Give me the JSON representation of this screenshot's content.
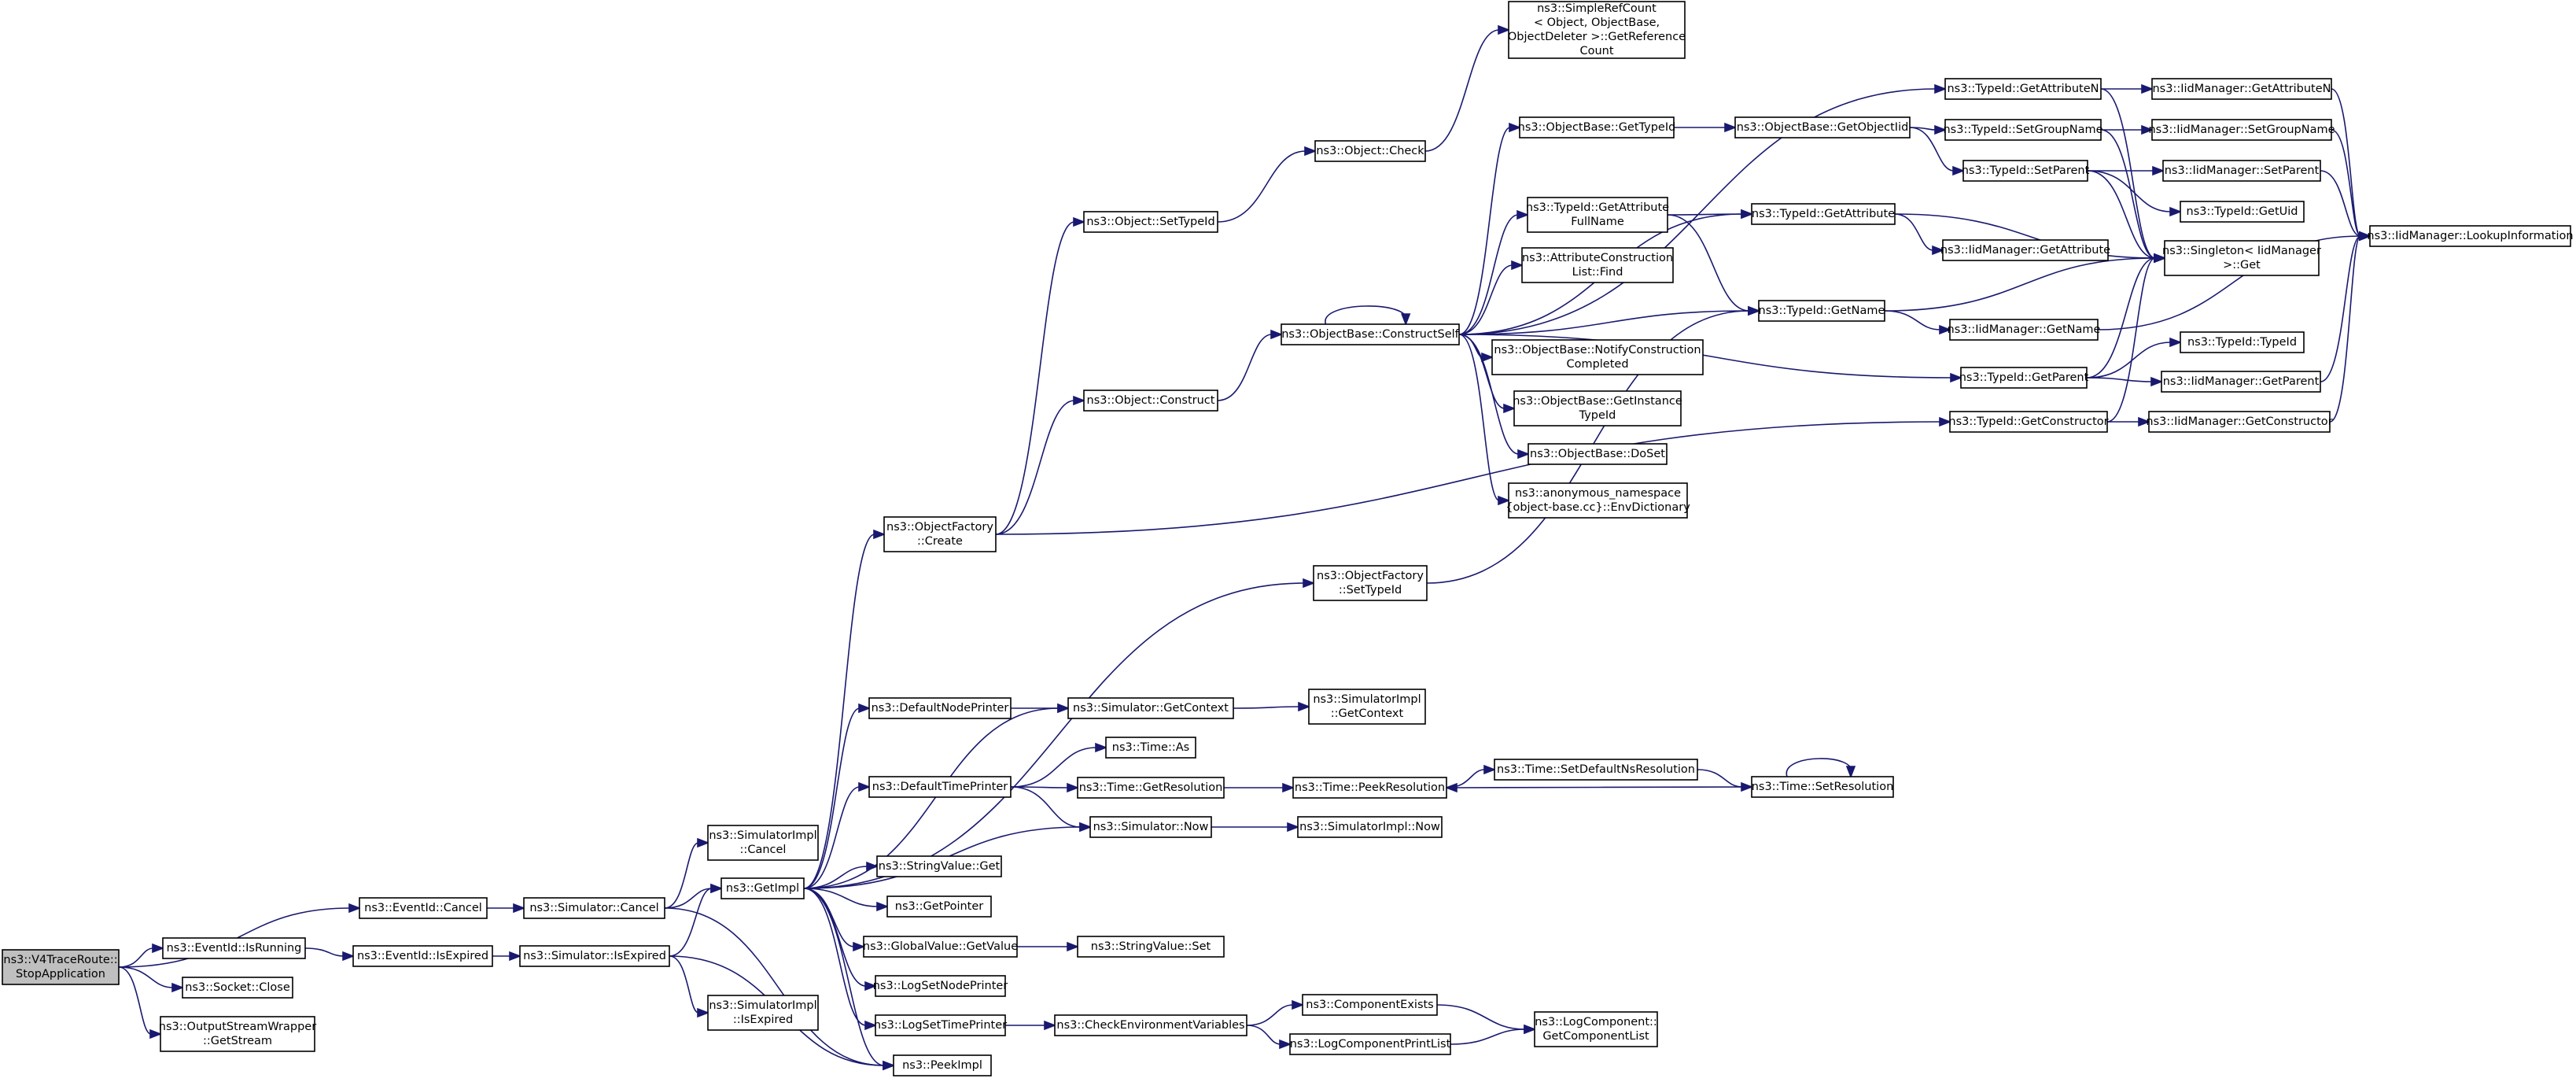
{
  "graph": {
    "nodes": [
      {
        "id": "root",
        "lines": [
          "ns3::V4TraceRoute::",
          "StopApplication"
        ],
        "root": true
      },
      {
        "id": "ev_cancel",
        "lines": [
          "ns3::EventId::Cancel"
        ]
      },
      {
        "id": "ev_isrunning",
        "lines": [
          "ns3::EventId::IsRunning"
        ]
      },
      {
        "id": "socket_close",
        "lines": [
          "ns3::Socket::Close"
        ]
      },
      {
        "id": "osw_getstream",
        "lines": [
          "ns3::OutputStreamWrapper",
          "::GetStream"
        ]
      },
      {
        "id": "ev_isexpired",
        "lines": [
          "ns3::EventId::IsExpired"
        ]
      },
      {
        "id": "sim_cancel",
        "lines": [
          "ns3::Simulator::Cancel"
        ]
      },
      {
        "id": "sim_isexpired",
        "lines": [
          "ns3::Simulator::IsExpired"
        ]
      },
      {
        "id": "simimpl_cancel",
        "lines": [
          "ns3::SimulatorImpl",
          "::Cancel"
        ]
      },
      {
        "id": "getimpl",
        "lines": [
          "ns3::GetImpl"
        ]
      },
      {
        "id": "simimpl_isexpired",
        "lines": [
          "ns3::SimulatorImpl",
          "::IsExpired"
        ]
      },
      {
        "id": "peekimpl",
        "lines": [
          "ns3::PeekImpl"
        ]
      },
      {
        "id": "objfactory_create",
        "lines": [
          "ns3::ObjectFactory",
          "::Create"
        ]
      },
      {
        "id": "default_node_printer",
        "lines": [
          "ns3::DefaultNodePrinter"
        ]
      },
      {
        "id": "default_time_printer",
        "lines": [
          "ns3::DefaultTimePrinter"
        ]
      },
      {
        "id": "stringvalue_get",
        "lines": [
          "ns3::StringValue::Get"
        ]
      },
      {
        "id": "getpointer",
        "lines": [
          "ns3::GetPointer"
        ]
      },
      {
        "id": "globalvalue_getvalue",
        "lines": [
          "ns3::GlobalValue::GetValue"
        ]
      },
      {
        "id": "logsetnodeprinter",
        "lines": [
          "ns3::LogSetNodePrinter"
        ]
      },
      {
        "id": "logsettimeprinter",
        "lines": [
          "ns3::LogSetTimePrinter"
        ]
      },
      {
        "id": "object_settypeid",
        "lines": [
          "ns3::Object::SetTypeId"
        ]
      },
      {
        "id": "object_construct",
        "lines": [
          "ns3::Object::Construct"
        ]
      },
      {
        "id": "objfactory_settypeid",
        "lines": [
          "ns3::ObjectFactory",
          "::SetTypeId"
        ]
      },
      {
        "id": "sim_getcontext",
        "lines": [
          "ns3::Simulator::GetContext"
        ]
      },
      {
        "id": "time_as",
        "lines": [
          "ns3::Time::As"
        ]
      },
      {
        "id": "time_getresolution",
        "lines": [
          "ns3::Time::GetResolution"
        ]
      },
      {
        "id": "sim_now",
        "lines": [
          "ns3::Simulator::Now"
        ]
      },
      {
        "id": "stringvalue_set",
        "lines": [
          "ns3::StringValue::Set"
        ]
      },
      {
        "id": "check_env",
        "lines": [
          "ns3::CheckEnvironmentVariables"
        ]
      },
      {
        "id": "object_check",
        "lines": [
          "ns3::Object::Check"
        ]
      },
      {
        "id": "objbase_constructself",
        "lines": [
          "ns3::ObjectBase::ConstructSelf"
        ]
      },
      {
        "id": "simimpl_getcontext",
        "lines": [
          "ns3::SimulatorImpl",
          "::GetContext"
        ]
      },
      {
        "id": "time_peekresolution",
        "lines": [
          "ns3::Time::PeekResolution"
        ]
      },
      {
        "id": "simimpl_now",
        "lines": [
          "ns3::SimulatorImpl::Now"
        ]
      },
      {
        "id": "component_exists",
        "lines": [
          "ns3::ComponentExists"
        ]
      },
      {
        "id": "logcomponent_printlist",
        "lines": [
          "ns3::LogComponentPrintList"
        ]
      },
      {
        "id": "simplerefcount",
        "lines": [
          "ns3::SimpleRefCount",
          "< Object, ObjectBase,",
          "ObjectDeleter >::GetReference",
          "Count"
        ]
      },
      {
        "id": "objbase_gettypeid",
        "lines": [
          "ns3::ObjectBase::GetTypeId"
        ]
      },
      {
        "id": "typeid_getattrfullname",
        "lines": [
          "ns3::TypeId::GetAttribute",
          "FullName"
        ]
      },
      {
        "id": "attrconstructionlist_find",
        "lines": [
          "ns3::AttributeConstruction",
          "List::Find"
        ]
      },
      {
        "id": "objbase_notifyconstruction",
        "lines": [
          "ns3::ObjectBase::NotifyConstruction",
          "Completed"
        ]
      },
      {
        "id": "objbase_getinstancetypeid",
        "lines": [
          "ns3::ObjectBase::GetInstance",
          "TypeId"
        ]
      },
      {
        "id": "objbase_doset",
        "lines": [
          "ns3::ObjectBase::DoSet"
        ]
      },
      {
        "id": "anon_envdictionary",
        "lines": [
          "ns3::anonymous_namespace",
          "{object-base.cc}::EnvDictionary"
        ]
      },
      {
        "id": "time_setdefaultns",
        "lines": [
          "ns3::Time::SetDefaultNsResolution"
        ]
      },
      {
        "id": "logcomponent_getcomponentlist",
        "lines": [
          "ns3::LogComponent::",
          "GetComponentList"
        ]
      },
      {
        "id": "objbase_getobjectiid",
        "lines": [
          "ns3::ObjectBase::GetObjectIid"
        ]
      },
      {
        "id": "typeid_getattribute",
        "lines": [
          "ns3::TypeId::GetAttribute"
        ]
      },
      {
        "id": "typeid_getname",
        "lines": [
          "ns3::TypeId::GetName"
        ]
      },
      {
        "id": "time_setresolution",
        "lines": [
          "ns3::Time::SetResolution"
        ]
      },
      {
        "id": "typeid_getattributen",
        "lines": [
          "ns3::TypeId::GetAttributeN"
        ]
      },
      {
        "id": "typeid_setgroupname",
        "lines": [
          "ns3::TypeId::SetGroupName"
        ]
      },
      {
        "id": "typeid_setparent",
        "lines": [
          "ns3::TypeId::SetParent"
        ]
      },
      {
        "id": "iid_getattribute",
        "lines": [
          "ns3::IidManager::GetAttribute"
        ]
      },
      {
        "id": "iid_getname",
        "lines": [
          "ns3::IidManager::GetName"
        ]
      },
      {
        "id": "typeid_getparent",
        "lines": [
          "ns3::TypeId::GetParent"
        ]
      },
      {
        "id": "typeid_getconstructor",
        "lines": [
          "ns3::TypeId::GetConstructor"
        ]
      },
      {
        "id": "iid_getattributen",
        "lines": [
          "ns3::IidManager::GetAttributeN"
        ]
      },
      {
        "id": "iid_setgroupname",
        "lines": [
          "ns3::IidManager::SetGroupName"
        ]
      },
      {
        "id": "iid_setparent",
        "lines": [
          "ns3::IidManager::SetParent"
        ]
      },
      {
        "id": "typeid_getuid",
        "lines": [
          "ns3::TypeId::GetUid"
        ]
      },
      {
        "id": "singleton_get",
        "lines": [
          "ns3::Singleton< IidManager",
          " >::Get"
        ]
      },
      {
        "id": "typeid_typeid",
        "lines": [
          "ns3::TypeId::TypeId"
        ]
      },
      {
        "id": "iid_getparent",
        "lines": [
          "ns3::IidManager::GetParent"
        ]
      },
      {
        "id": "iid_getconstructor",
        "lines": [
          "ns3::IidManager::GetConstructor"
        ]
      },
      {
        "id": "iid_lookupinformation",
        "lines": [
          "ns3::IidManager::LookupInformation"
        ]
      }
    ],
    "edges": [
      [
        "root",
        "ev_cancel"
      ],
      [
        "root",
        "ev_isrunning"
      ],
      [
        "root",
        "socket_close"
      ],
      [
        "root",
        "osw_getstream"
      ],
      [
        "ev_cancel",
        "sim_cancel"
      ],
      [
        "ev_isrunning",
        "ev_isexpired"
      ],
      [
        "ev_isexpired",
        "sim_isexpired"
      ],
      [
        "sim_cancel",
        "simimpl_cancel"
      ],
      [
        "sim_cancel",
        "getimpl"
      ],
      [
        "sim_cancel",
        "peekimpl"
      ],
      [
        "sim_isexpired",
        "getimpl"
      ],
      [
        "sim_isexpired",
        "simimpl_isexpired"
      ],
      [
        "sim_isexpired",
        "peekimpl"
      ],
      [
        "getimpl",
        "objfactory_create"
      ],
      [
        "getimpl",
        "objfactory_settypeid"
      ],
      [
        "getimpl",
        "default_node_printer"
      ],
      [
        "getimpl",
        "default_time_printer"
      ],
      [
        "getimpl",
        "stringvalue_get"
      ],
      [
        "getimpl",
        "getpointer"
      ],
      [
        "getimpl",
        "globalvalue_getvalue"
      ],
      [
        "getimpl",
        "logsetnodeprinter"
      ],
      [
        "getimpl",
        "logsettimeprinter"
      ],
      [
        "getimpl",
        "peekimpl"
      ],
      [
        "getimpl",
        "sim_getcontext"
      ],
      [
        "getimpl",
        "sim_now"
      ],
      [
        "objfactory_create",
        "object_settypeid"
      ],
      [
        "objfactory_create",
        "object_construct"
      ],
      [
        "objfactory_create",
        "typeid_getconstructor"
      ],
      [
        "object_settypeid",
        "object_check"
      ],
      [
        "object_check",
        "simplerefcount"
      ],
      [
        "object_construct",
        "objbase_constructself"
      ],
      [
        "objfactory_settypeid",
        "typeid_getname"
      ],
      [
        "default_node_printer",
        "sim_getcontext"
      ],
      [
        "sim_getcontext",
        "simimpl_getcontext"
      ],
      [
        "default_time_printer",
        "time_as"
      ],
      [
        "default_time_printer",
        "time_getresolution"
      ],
      [
        "default_time_printer",
        "sim_now"
      ],
      [
        "time_getresolution",
        "time_peekresolution"
      ],
      [
        "sim_now",
        "simimpl_now"
      ],
      [
        "time_peekresolution",
        "time_setdefaultns"
      ],
      [
        "time_setdefaultns",
        "time_setresolution"
      ],
      [
        "time_setresolution",
        "time_peekresolution"
      ],
      [
        "time_setresolution",
        "time_setresolution"
      ],
      [
        "globalvalue_getvalue",
        "stringvalue_set"
      ],
      [
        "logsettimeprinter",
        "check_env"
      ],
      [
        "check_env",
        "component_exists"
      ],
      [
        "check_env",
        "logcomponent_printlist"
      ],
      [
        "component_exists",
        "logcomponent_getcomponentlist"
      ],
      [
        "logcomponent_printlist",
        "logcomponent_getcomponentlist"
      ],
      [
        "objbase_constructself",
        "objbase_gettypeid"
      ],
      [
        "objbase_constructself",
        "typeid_getattrfullname"
      ],
      [
        "objbase_constructself",
        "attrconstructionlist_find"
      ],
      [
        "objbase_constructself",
        "objbase_notifyconstruction"
      ],
      [
        "objbase_constructself",
        "objbase_getinstancetypeid"
      ],
      [
        "objbase_constructself",
        "objbase_doset"
      ],
      [
        "objbase_constructself",
        "anon_envdictionary"
      ],
      [
        "objbase_constructself",
        "typeid_getattribute"
      ],
      [
        "objbase_constructself",
        "typeid_getname"
      ],
      [
        "objbase_constructself",
        "typeid_getattributen"
      ],
      [
        "objbase_constructself",
        "typeid_getparent"
      ],
      [
        "objbase_constructself",
        "objbase_constructself"
      ],
      [
        "objbase_gettypeid",
        "objbase_getobjectiid"
      ],
      [
        "objbase_getobjectiid",
        "typeid_setgroupname"
      ],
      [
        "objbase_getobjectiid",
        "typeid_setparent"
      ],
      [
        "typeid_getattrfullname",
        "typeid_getattribute"
      ],
      [
        "typeid_getattrfullname",
        "typeid_getname"
      ],
      [
        "typeid_getattribute",
        "iid_getattribute"
      ],
      [
        "typeid_getattribute",
        "singleton_get"
      ],
      [
        "typeid_getname",
        "iid_getname"
      ],
      [
        "typeid_getname",
        "singleton_get"
      ],
      [
        "typeid_getattributen",
        "iid_getattributen"
      ],
      [
        "typeid_getattributen",
        "singleton_get"
      ],
      [
        "typeid_setgroupname",
        "iid_setgroupname"
      ],
      [
        "typeid_setgroupname",
        "singleton_get"
      ],
      [
        "typeid_setparent",
        "iid_setparent"
      ],
      [
        "typeid_setparent",
        "typeid_getuid"
      ],
      [
        "typeid_setparent",
        "singleton_get"
      ],
      [
        "typeid_getparent",
        "typeid_typeid"
      ],
      [
        "typeid_getparent",
        "iid_getparent"
      ],
      [
        "typeid_getparent",
        "singleton_get"
      ],
      [
        "typeid_getconstructor",
        "iid_getconstructor"
      ],
      [
        "typeid_getconstructor",
        "singleton_get"
      ],
      [
        "iid_getattributen",
        "iid_lookupinformation"
      ],
      [
        "iid_setgroupname",
        "iid_lookupinformation"
      ],
      [
        "iid_setparent",
        "iid_lookupinformation"
      ],
      [
        "iid_getname",
        "iid_lookupinformation"
      ],
      [
        "iid_getparent",
        "iid_lookupinformation"
      ],
      [
        "iid_getconstructor",
        "iid_lookupinformation"
      ]
    ]
  }
}
